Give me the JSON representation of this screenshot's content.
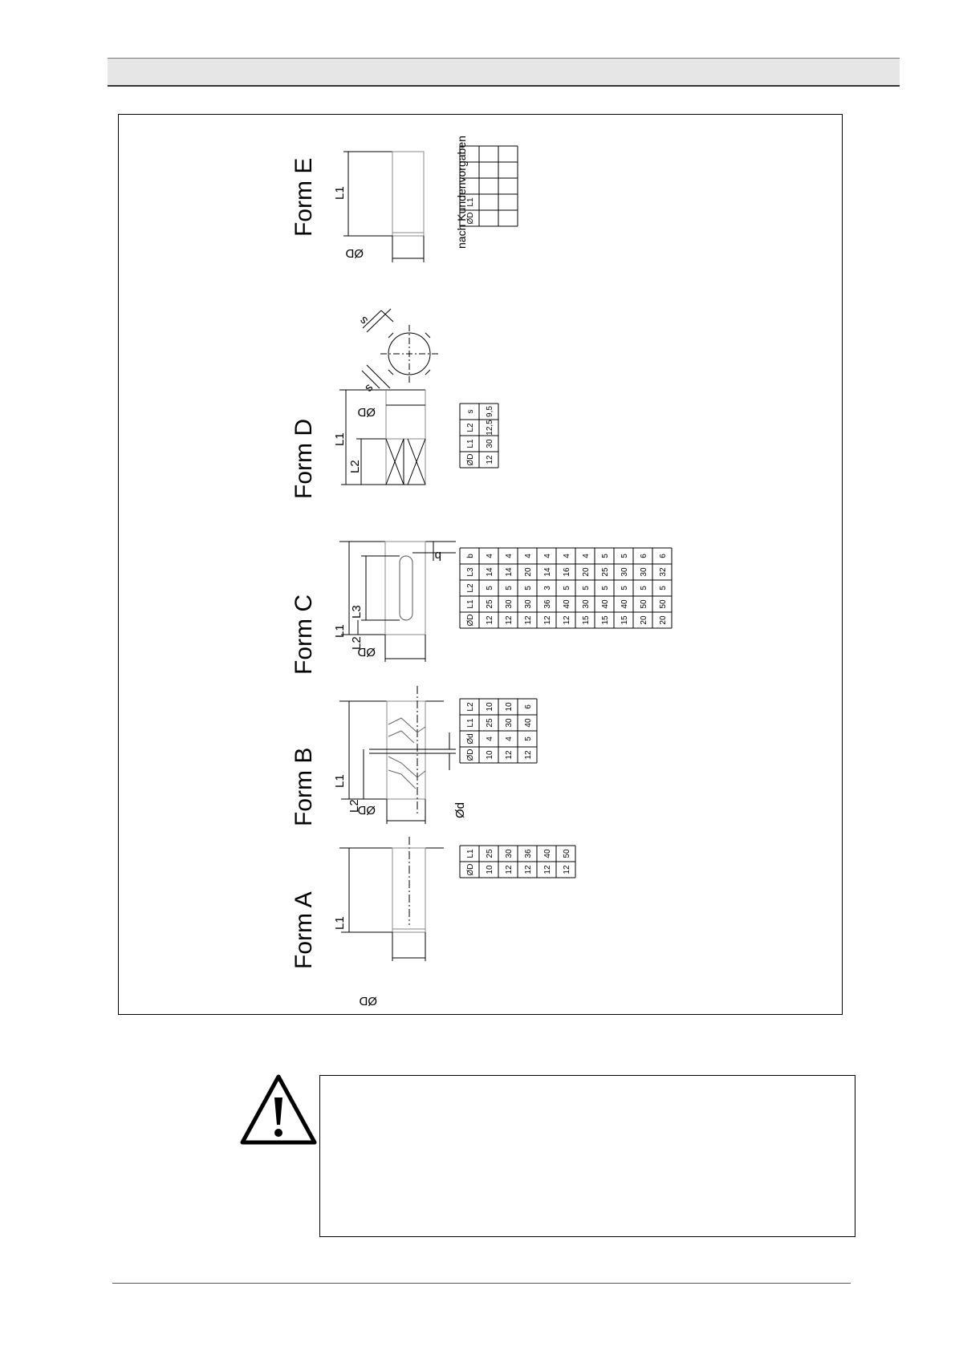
{
  "forms": [
    {
      "id": "A",
      "title": "Form A",
      "labels": [
        "L1",
        "ØD"
      ],
      "table": {
        "headers": [
          "ØD",
          "L1"
        ],
        "rows": [
          [
            "10",
            "25"
          ],
          [
            "12",
            "30"
          ],
          [
            "12",
            "36"
          ],
          [
            "12",
            "40"
          ],
          [
            "12",
            "50"
          ]
        ]
      }
    },
    {
      "id": "B",
      "title": "Form B",
      "labels": [
        "L1",
        "L2",
        "ØD",
        "Ød"
      ],
      "table": {
        "headers": [
          "ØD",
          "Ød",
          "L1",
          "L2"
        ],
        "rows": [
          [
            "10",
            "4",
            "25",
            "10"
          ],
          [
            "12",
            "4",
            "30",
            "10"
          ],
          [
            "12",
            "5",
            "40",
            "6"
          ]
        ]
      }
    },
    {
      "id": "C",
      "title": "Form C",
      "labels": [
        "L1",
        "L2",
        "L3",
        "ØD",
        "b"
      ],
      "table": {
        "headers": [
          "ØD",
          "L1",
          "L2",
          "L3",
          "b"
        ],
        "rows": [
          [
            "12",
            "25",
            "5",
            "14",
            "4"
          ],
          [
            "12",
            "30",
            "5",
            "14",
            "4"
          ],
          [
            "12",
            "30",
            "5",
            "20",
            "4"
          ],
          [
            "12",
            "36",
            "3",
            "14",
            "4"
          ],
          [
            "12",
            "40",
            "5",
            "16",
            "4"
          ],
          [
            "15",
            "30",
            "5",
            "20",
            "4"
          ],
          [
            "15",
            "40",
            "5",
            "25",
            "5"
          ],
          [
            "15",
            "40",
            "5",
            "30",
            "5"
          ],
          [
            "20",
            "50",
            "5",
            "30",
            "6"
          ],
          [
            "20",
            "50",
            "5",
            "32",
            "6"
          ]
        ]
      }
    },
    {
      "id": "D",
      "title": "Form D",
      "labels": [
        "L1",
        "L2",
        "ØD",
        "s",
        "s"
      ],
      "table": {
        "headers": [
          "ØD",
          "L1",
          "L2",
          "s"
        ],
        "rows": [
          [
            "12",
            "30",
            "12,5",
            "9,5"
          ]
        ]
      }
    },
    {
      "id": "E",
      "title": "Form E",
      "labels": [
        "L1",
        "ØD"
      ],
      "note": "nach Kundenvorgaben",
      "table": {
        "headers": [
          "ØD",
          "L1",
          "",
          "",
          ""
        ],
        "rows": [
          [
            "",
            "",
            "",
            "",
            ""
          ],
          [
            "",
            "",
            "",
            "",
            ""
          ]
        ]
      }
    }
  ],
  "warning": {
    "icon": "warning-triangle-icon"
  }
}
